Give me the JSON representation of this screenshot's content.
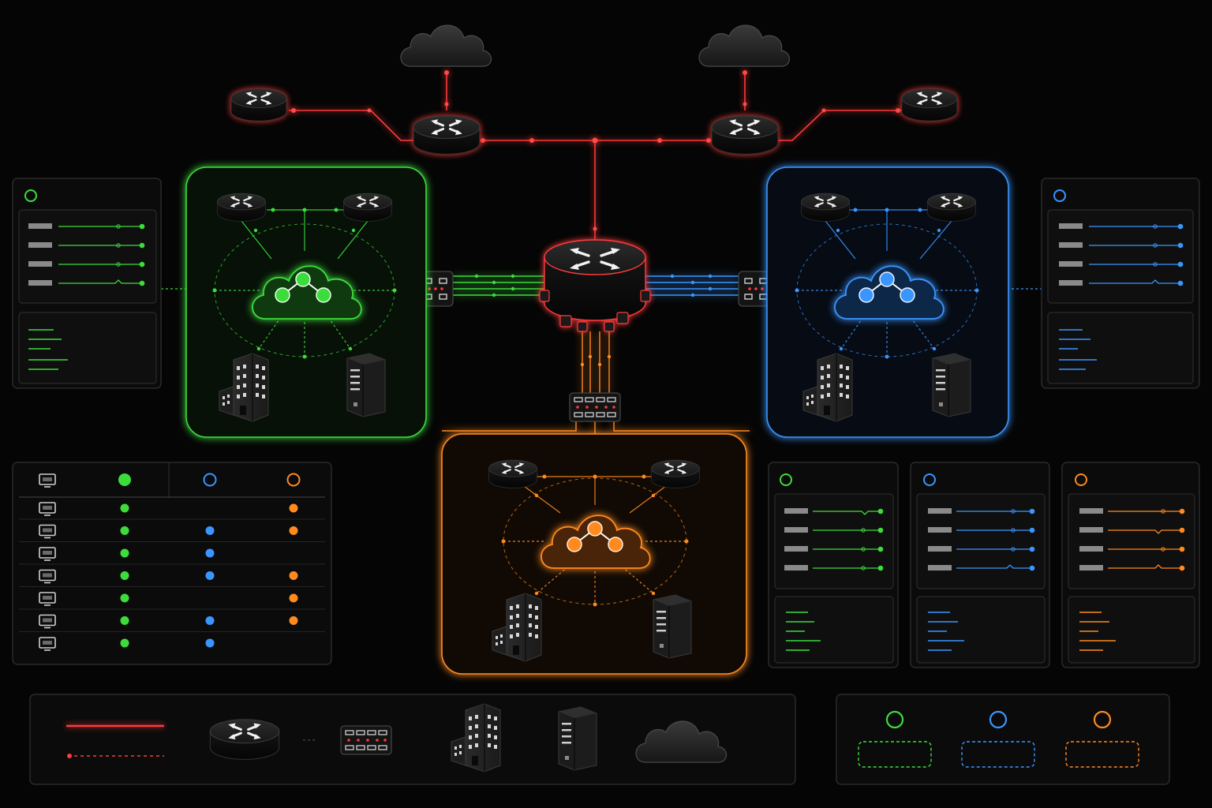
{
  "colors": {
    "core": "#ff3b3b",
    "green": "#3ddc3d",
    "blue": "#3a96ff",
    "orange": "#ff8a1f",
    "panel_border": "#2a2a2a",
    "background": "#050505"
  },
  "icons": {
    "router": "router-icon",
    "cloud": "cloud-icon",
    "patch_panel": "patch-panel-icon",
    "building": "building-icon",
    "server": "server-icon",
    "monitor": "monitor-icon",
    "status_ring": "status-ring-icon"
  },
  "segments": [
    {
      "id": "green",
      "color": "#3ddc3d"
    },
    {
      "id": "blue",
      "color": "#3a96ff"
    },
    {
      "id": "orange",
      "color": "#ff8a1f"
    }
  ],
  "status_table": {
    "columns": [
      "green",
      "blue",
      "orange"
    ],
    "rows": [
      {
        "green": true,
        "blue": false,
        "orange": true
      },
      {
        "green": true,
        "blue": true,
        "orange": true
      },
      {
        "green": true,
        "blue": true,
        "orange": false
      },
      {
        "green": true,
        "blue": true,
        "orange": true
      },
      {
        "green": true,
        "blue": false,
        "orange": true
      },
      {
        "green": true,
        "blue": true,
        "orange": true
      },
      {
        "green": true,
        "blue": true,
        "orange": false
      }
    ]
  },
  "legend": {
    "items": [
      "solid-link",
      "dashed-link",
      "router-icon",
      "patch-panel-icon",
      "building-icon",
      "server-icon",
      "cloud-icon"
    ],
    "zones": [
      "green",
      "blue",
      "orange"
    ]
  }
}
